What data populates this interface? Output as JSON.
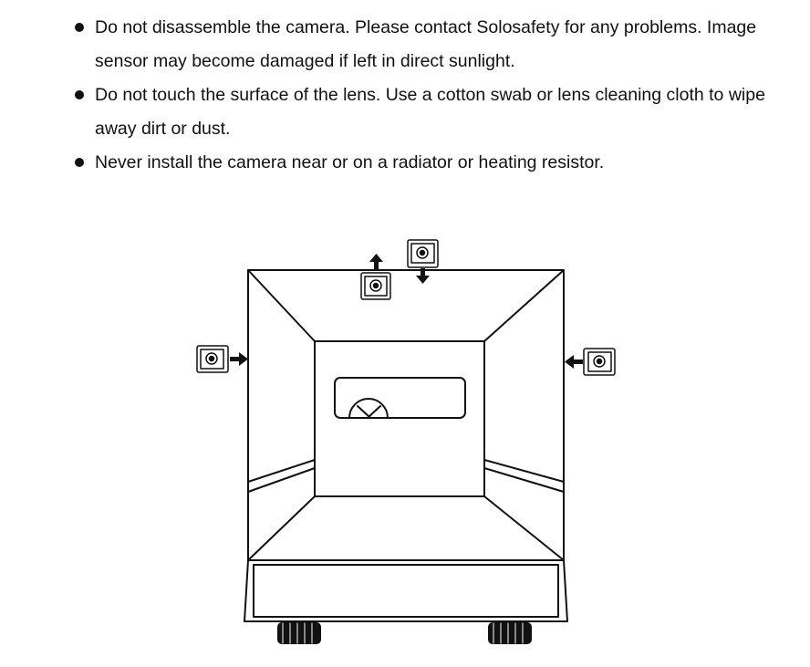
{
  "notes": [
    "Do not disassemble the camera. Please contact Solosafety for any problems. Image sensor may become damaged if left in direct sunlight.",
    "Do not touch the surface of the lens. Use a cotton swab or lens cleaning cloth to wipe away dirt or dust.",
    "Never install the camera near or on a radiator or heating resistor."
  ],
  "diagram": {
    "subject": "truck-rear-view",
    "cameras": [
      {
        "position": "top",
        "arrow": "up"
      },
      {
        "position": "top",
        "arrow": "down"
      },
      {
        "position": "left",
        "arrow": "right"
      },
      {
        "position": "right",
        "arrow": "left"
      }
    ],
    "line_color": "#111111"
  }
}
